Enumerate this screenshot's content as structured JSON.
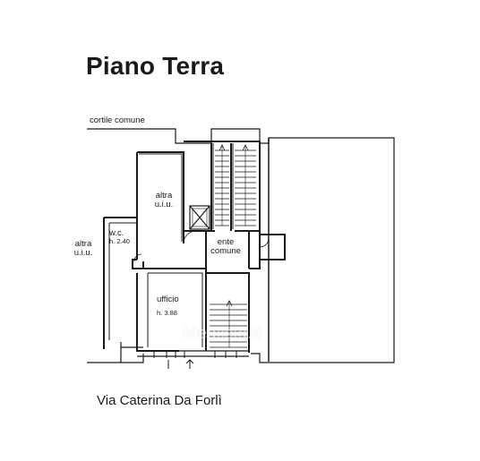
{
  "plan": {
    "title": "Piano Terra",
    "courtyard_label": "cortile comune",
    "street_label": "Via Caterina Da Forlì",
    "rooms": {
      "altra_top": {
        "line1": "altra",
        "line2": "u.i.u."
      },
      "altra_left": {
        "line1": "altra",
        "line2": "u.i.u."
      },
      "wc": {
        "name": "w.c.",
        "height": "h. 2.40"
      },
      "ente": {
        "line1": "ente",
        "line2": "comune"
      },
      "ufficio": {
        "name": "ufficio",
        "height": "h. 3.88"
      }
    },
    "watermark": "Idealista.it"
  },
  "colors": {
    "line": "#1a1a1a",
    "background": "#ffffff"
  }
}
